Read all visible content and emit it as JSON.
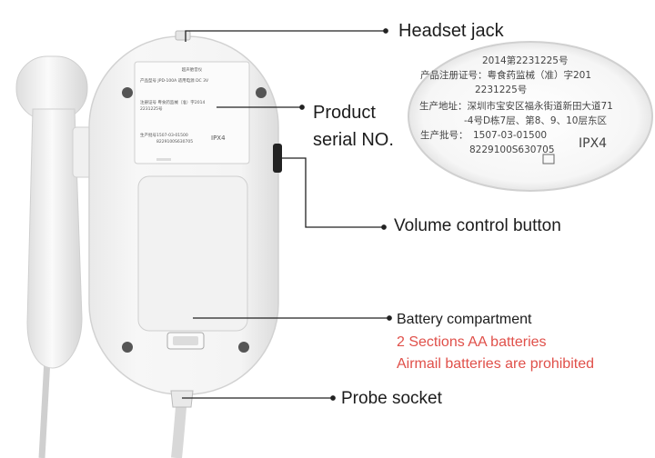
{
  "callouts": {
    "headset_jack": "Headset jack",
    "product_serial_line1": "Product",
    "product_serial_line2": "serial NO.",
    "volume_button": "Volume control button",
    "battery_compartment": "Battery compartment",
    "battery_spec": "2 Sections AA batteries",
    "battery_warning": "Airmail batteries are prohibited",
    "probe_socket": "Probe socket"
  },
  "colors": {
    "callout_text": "#1c1c1c",
    "warning_text": "#e0504a",
    "line": "#222222",
    "device_body": "#f3f3f3"
  },
  "zoom_label": {
    "line1": "2014第2231225号",
    "line2": "产品注册证号：粤食药监械（准）字201",
    "line3": "2231225号",
    "line4": "生产地址：深圳市宝安区福永街道新田大道71",
    "line5": "-4号D栋7层、第8、9、10层东区",
    "line6": "生产批号：",
    "line7": "1507-03-01500",
    "line8": "8229100S630705",
    "ipx": "IPX4"
  },
  "device_label": {
    "title": "超声胎音仪",
    "row1": "产品型号  JPD-100A  适用电源  DC 3V",
    "row2": "注册证号  粤食药监械（准）字2014",
    "row3": "2231225号",
    "row4": "生产批号",
    "row5": "1507-03-01500",
    "row6": "8229100S630705",
    "ipx": "IPX4"
  }
}
